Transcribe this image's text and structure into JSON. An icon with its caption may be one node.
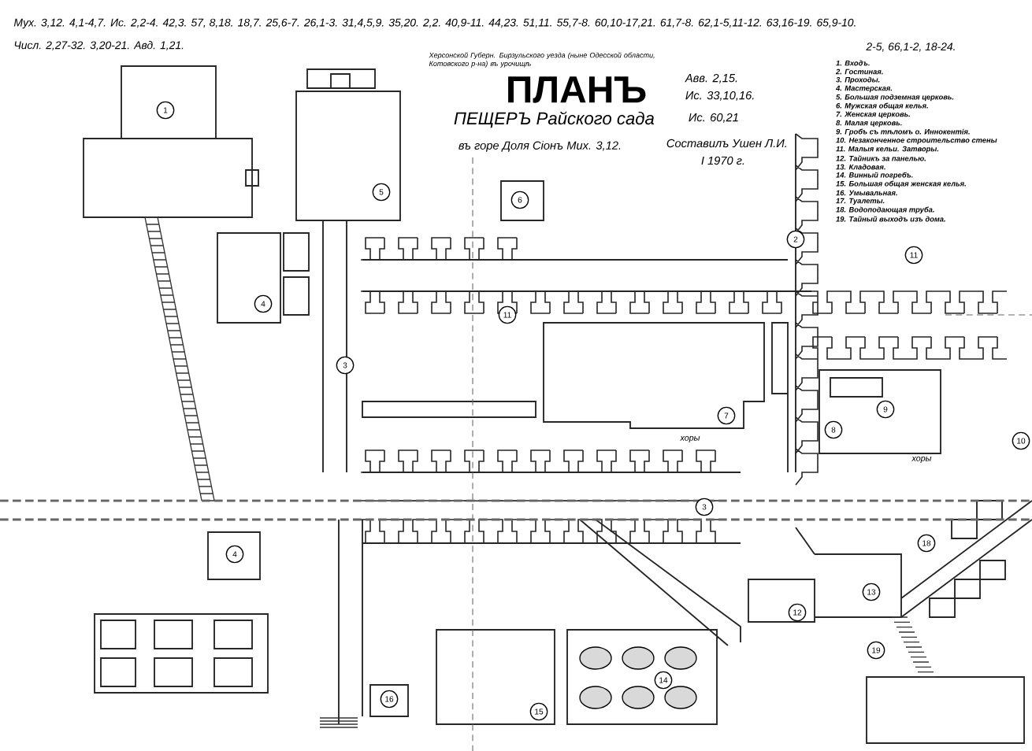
{
  "diagram": {
    "title": "ПЛАНЪ",
    "labels": [
      "Мух. 3,12. 4,1-4,7. Ис. 2,2-4. 42,3. 57, 8,18. 18,7. 25,6-7. 26,1-3. 31,4,5,9. 35,20. 2,2. 40,9-11. 44,23. 51,11. 55,7-8. 60,10-17,21. 61,7-8. 62,1-5,11-12. 63,16-19. 65,9-10.",
      "Числ. 2,27-32. 3,20-21. Авд. 1,21.",
      "2-5, 66,1-2, 18-24.",
      "Херсонской Губерн. Бирзульского уезда (ныне Одесской области, Котовского р-на) въ урочищѣ",
      "Авв. 2,15.",
      "Ис. 33,10,16.",
      "ПЕЩЕРЪ Райского сада",
      "Ис. 60,21",
      "въ горе Доля Сіонъ Мих. 3,12.",
      "Составилъ Ушен Л.И.",
      "I 1970 г.",
      "1. Входъ.",
      "2. Гостиная.",
      "3. Проходы.",
      "4. Мастерская.",
      "5. Большая подземная церковь.",
      "6. Мужская общая келья.",
      "7. Женская церковь.",
      "8. Малая церковь.",
      "9. Гробъ съ тѣломъ о. Иннокентія.",
      "10. Незаконченное строительство стены",
      "11. Малыя кельи. Затворы.",
      "12. Тайникъ за панелью.",
      "13. Кладовая.",
      "14. Винный погребъ.",
      "15. Большая общая женская келья.",
      "16. Умывальная.",
      "17. Туалеты.",
      "18. Водоподающая труба.",
      "19. Тайный выходъ изъ дома.",
      "1",
      "5",
      "6",
      "4",
      "3",
      "11",
      "2",
      "11",
      "7",
      "9",
      "8",
      "10",
      "хоры",
      "хоры",
      "3",
      "18",
      "13",
      "12",
      "19",
      "14",
      "15",
      "16",
      "4"
    ]
  }
}
